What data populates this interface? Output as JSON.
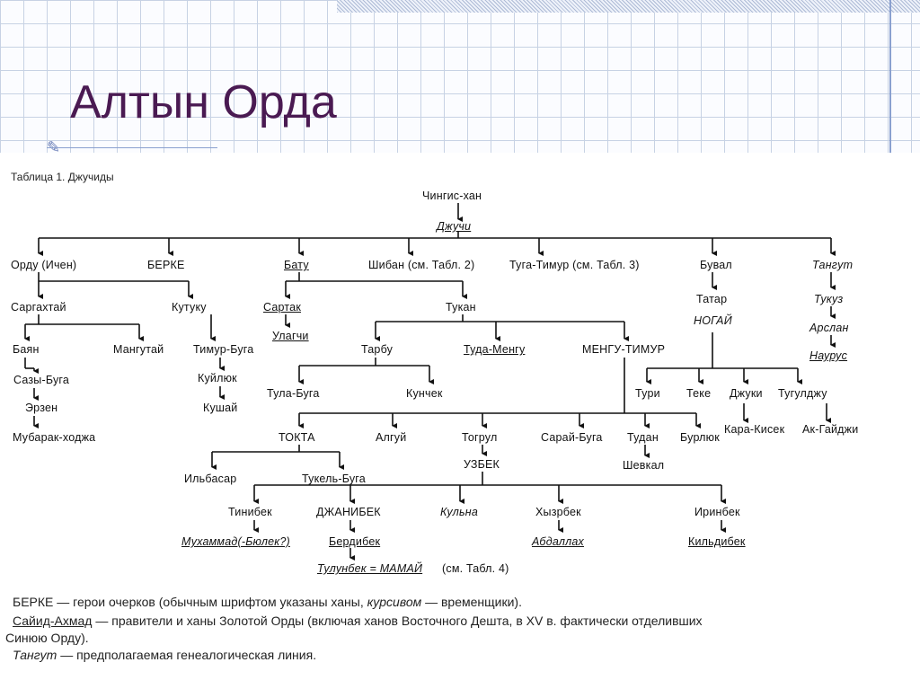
{
  "slide": {
    "title": "Алтын Орда"
  },
  "table_caption": "Таблица 1. Джучиды",
  "nodes": {
    "chingis": "Чингис-хан",
    "jochi": "Джучи",
    "ordu": "Орду (Ичен)",
    "berke": "БЕРКЕ",
    "batu": "Бату",
    "shiban": "Шибан (см. Табл. 2)",
    "tuga_timur": "Туга-Тимур (см. Табл. 3)",
    "buval": "Бувал",
    "tangut": "Тангут",
    "sargakhtai": "Саргахтай",
    "kutuku": "Кутуку",
    "sartak": "Сартак",
    "tukan": "Тукан",
    "tatar": "Татар",
    "tukuz": "Тукуз",
    "nogai": "НОГАЙ",
    "arslan": "Арслан",
    "ulagchi": "Улагчи",
    "nauruz": "Наурус",
    "bayan": "Баян",
    "mangutai": "Мангутай",
    "timur_buga": "Тимур-Буга",
    "tarbu": "Тарбу",
    "tuda_mengu": "Туда-Менгу",
    "mengu_timur": "МЕНГУ-ТИМУР",
    "sazy_buga": "Сазы-Буга",
    "kuilyuk": "Куйлюк",
    "tula_buga": "Тула-Буга",
    "kunchek": "Кунчек",
    "turi": "Тури",
    "teke": "Теке",
    "djuki": "Джуки",
    "tuguldju": "Тугулджу",
    "erzen": "Эрзен",
    "kushai": "Кушай",
    "mubarak": "Мубарак-ходжа",
    "tokta": "ТОКТА",
    "algui": "Алгуй",
    "togrul": "Тогрул",
    "sarai_buga": "Сарай-Буга",
    "tudan": "Тудан",
    "burlyuk": "Бурлюк",
    "kara_kisek": "Кара-Кисек",
    "ak_gaidji": "Ак-Гайджи",
    "ilbasar": "Ильбасар",
    "tukel_buga": "Тукель-Буга",
    "uzbek": "УЗБЕК",
    "shevkal": "Шевкал",
    "tinibek": "Тинибек",
    "djanibek": "ДЖАНИБЕК",
    "kulna": "Кульна",
    "khyzrbek": "Хызрбек",
    "irinbek": "Иринбек",
    "mukhammad": "Мухаммад(-Бюлек?)",
    "berdibek": "Бердибек",
    "abdallakh": "Абдаллах",
    "kildibek": "Кильдибек",
    "tulunbek": "Тулунбек = МАМАЙ",
    "tulunbek_ref": "(см. Табл. 4)"
  },
  "legend": [
    {
      "term": "БЕРКЕ",
      "text": " — герои очерков (обычным шрифтом указаны ханы, ",
      "em": "курсивом",
      "tail": " — временщики)."
    },
    {
      "term": "Сайид-Ахмад",
      "text": " — правители и ханы Золотой Орды (включая ханов Восточного Дешта, в XV в. фактически отделивших",
      "em": "",
      "tail": ""
    },
    {
      "term": "",
      "text": "Синюю Орду).",
      "em": "",
      "tail": ""
    },
    {
      "term": "Тангут",
      "text": " — предполагаемая генеалогическая линия.",
      "em": "",
      "tail": ""
    }
  ]
}
